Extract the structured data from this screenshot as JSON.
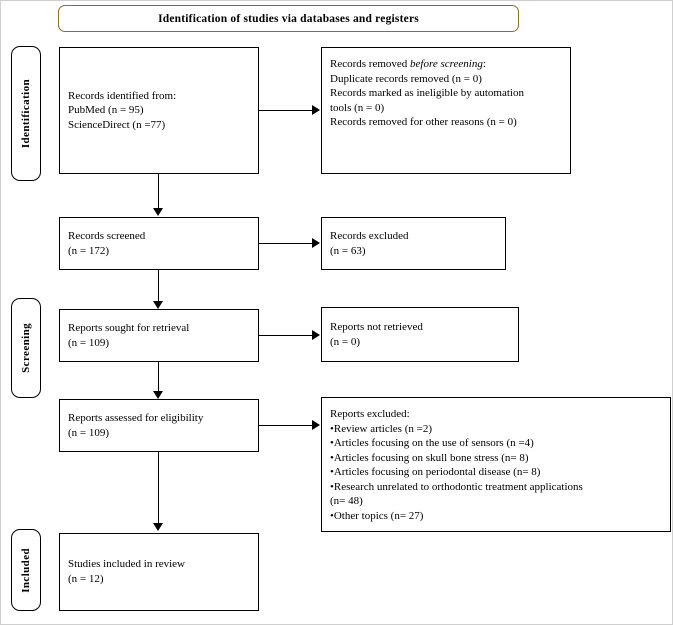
{
  "diagram": {
    "type": "prisma-flow-diagram",
    "header": {
      "title": "Identification of studies via databases and registers",
      "border_color": "#8a7023"
    },
    "stages": [
      {
        "id": "identification",
        "label": "Identification"
      },
      {
        "id": "screening",
        "label": "Screening"
      },
      {
        "id": "included",
        "label": "Included"
      }
    ],
    "boxes": {
      "records_identified": {
        "text": "Records identified from:\nPubMed (n = 95)\nScienceDirect (n =77)"
      },
      "records_removed": {
        "line1_prefix": "Records removed ",
        "line1_italic": "before screening",
        "line1_suffix": ":",
        "rest": "Duplicate records removed (n = 0)\nRecords marked as ineligible by automation\ntools (n = 0)\nRecords removed for other reasons (n = 0)"
      },
      "records_screened": {
        "text": "Records screened\n(n = 172)"
      },
      "records_excluded": {
        "text": "Records excluded\n(n = 63)"
      },
      "reports_sought": {
        "text": "Reports sought for retrieval\n(n = 109)"
      },
      "reports_not_retrieved": {
        "text": "Reports not retrieved\n(n = 0)"
      },
      "reports_assessed": {
        "text": "Reports assessed for eligibility\n(n = 109)"
      },
      "reports_excluded": {
        "text": "Reports excluded:\n•Review articles (n =2)\n•Articles focusing on the use of sensors (n =4)\n•Articles focusing on skull bone stress (n= 8)\n•Articles focusing on periodontal disease (n= 8)\n•Research unrelated to orthodontic treatment applications\n(n= 48)\n•Other topics (n= 27)"
      },
      "studies_included": {
        "text": "Studies included in review\n(n = 12)"
      }
    },
    "counts": {
      "pubmed": 95,
      "sciencedirect": 77,
      "duplicates_removed": 0,
      "ineligible_automation": 0,
      "removed_other_reasons": 0,
      "records_screened": 172,
      "records_excluded": 63,
      "reports_sought": 109,
      "reports_not_retrieved": 0,
      "reports_assessed": 109,
      "excluded_review_articles": 2,
      "excluded_sensors": 4,
      "excluded_skull_bone_stress": 8,
      "excluded_periodontal_disease": 8,
      "excluded_unrelated_orthodontic": 48,
      "excluded_other_topics": 27,
      "studies_included": 12
    }
  }
}
